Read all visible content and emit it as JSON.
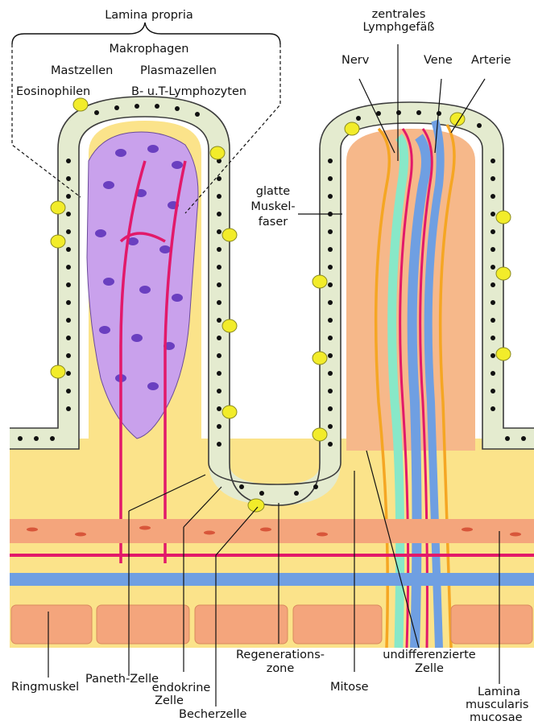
{
  "labels": {
    "lamina_propria": "Lamina propria",
    "makrophagen": "Makrophagen",
    "mastzellen": "Mastzellen",
    "plasmazellen": "Plasmazellen",
    "eosinophilen": "Eosinophilen",
    "lymphozyten": "B- u.T-Lymphozyten",
    "zentrales_1": "zentrales",
    "zentrales_2": "Lymphgefäß",
    "nerv": "Nerv",
    "vene": "Vene",
    "arterie": "Arterie",
    "glatte_1": "glatte",
    "glatte_2": "Muskel-",
    "glatte_3": "faser",
    "paneth": "Paneth-Zelle",
    "endokrine_1": "endokrine",
    "endokrine_2": "Zelle",
    "becherzelle": "Becherzelle",
    "regen_1": "Regenerations-",
    "regen_2": "zone",
    "undiff_1": "undifferenzierte",
    "undiff_2": "Zelle",
    "mitose": "Mitose",
    "ringmuskel": "Ringmuskel",
    "lamina_m_1": "Lamina",
    "lamina_m_2": "muscularis",
    "lamina_m_3": "mucosae"
  },
  "colors": {
    "lamina_propria": "#fbe38a",
    "epithelium": "#e4ebcf",
    "goblet": "#f2ec2a",
    "muscle_band": "#f4a57c",
    "muscle_nuclei": "#d8563a",
    "artery": "#e2196a",
    "vein": "#6f9fe2",
    "lymph": "#88e8c8",
    "nerve": "#f5a623",
    "immune_cells": "#c9a1ec",
    "cell_nuclei": "#6a3fc0"
  }
}
